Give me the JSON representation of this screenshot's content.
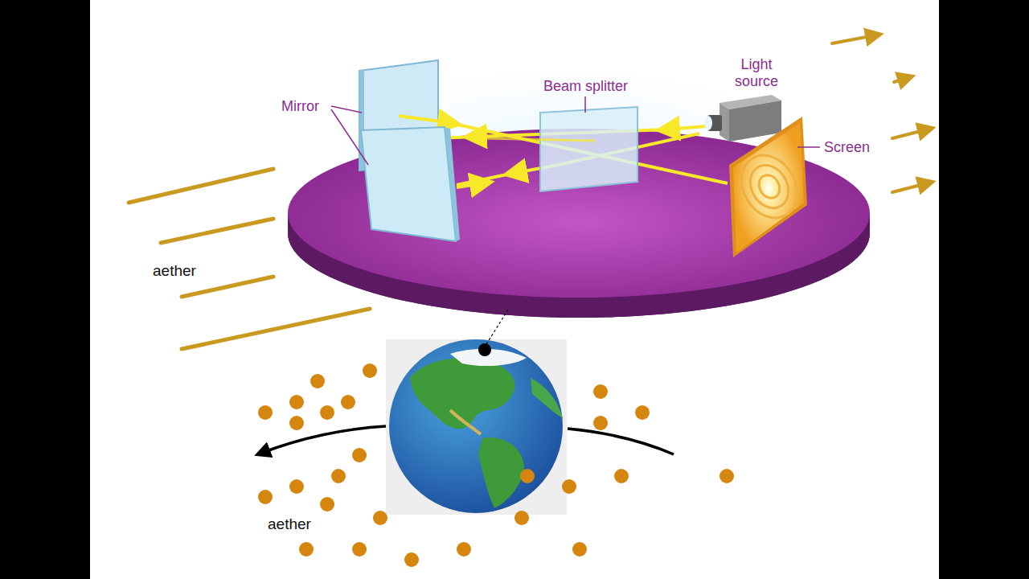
{
  "diagram": {
    "labels": [
      "Mirror",
      "Beam splitter",
      "Light source",
      "Screen",
      "aether",
      "aether"
    ]
  }
}
